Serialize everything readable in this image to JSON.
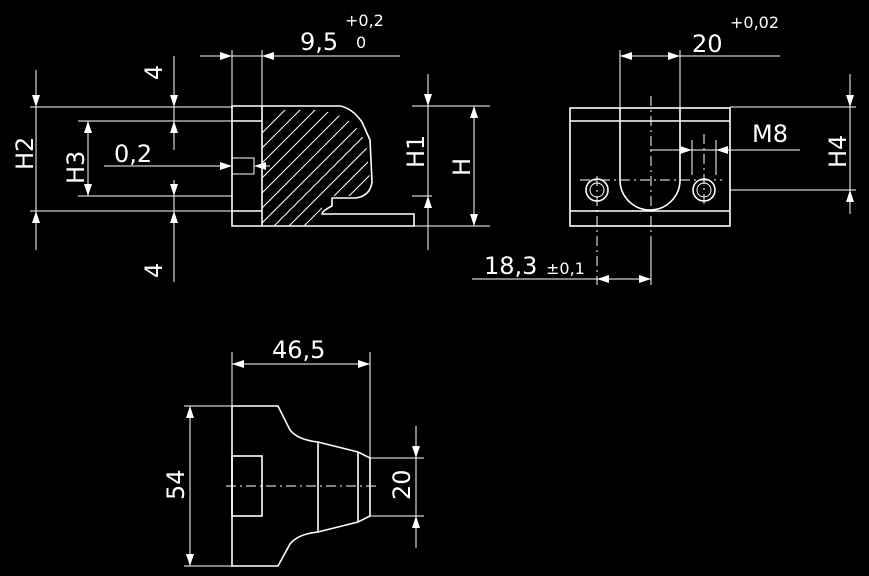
{
  "drawing": {
    "top_left_view": {
      "dim_9_5": "9,5",
      "dim_9_5_tol_upper": "+0,2",
      "dim_9_5_tol_lower": "0",
      "dim_4_top": "4",
      "dim_4_bottom": "4",
      "dim_0_2": "0,2",
      "label_h2": "H2",
      "label_h3": "H3",
      "label_h1": "H1",
      "label_h": "H"
    },
    "top_right_view": {
      "dim_20": "20",
      "dim_20_tol": "+0,02",
      "thread": "M8",
      "label_h4": "H4",
      "dim_18_3": "18,3",
      "dim_18_3_tol": "±0,1"
    },
    "bottom_view": {
      "dim_46_5": "46,5",
      "dim_54": "54",
      "dim_20": "20"
    }
  }
}
